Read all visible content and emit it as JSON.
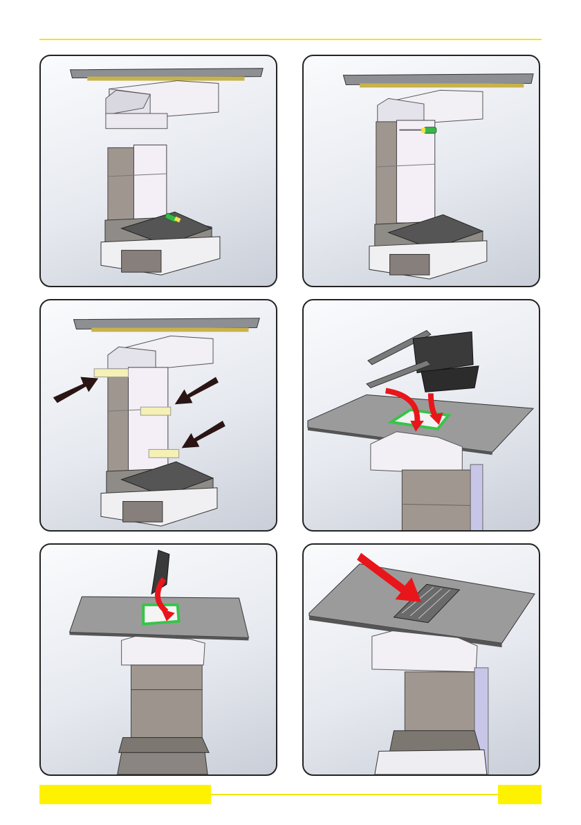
{
  "page": {
    "steps": [
      {
        "id": "step-1",
        "depicts": "hood-and-duct-separated"
      },
      {
        "id": "step-2",
        "depicts": "duct-fastened-to-hood"
      },
      {
        "id": "step-3",
        "depicts": "brackets-inserted"
      },
      {
        "id": "step-4",
        "depicts": "filters-inserted-into-hob"
      },
      {
        "id": "step-5",
        "depicts": "single-filter-insert"
      },
      {
        "id": "step-6",
        "depicts": "grille-placed-on-hob"
      }
    ]
  },
  "colors": {
    "accent_yellow": "#fff200",
    "arrow_dark": "#2a1414",
    "arrow_red": "#e8161b",
    "screwdriver_green": "#3ab54a",
    "filter_frame_green": "#37c449"
  }
}
